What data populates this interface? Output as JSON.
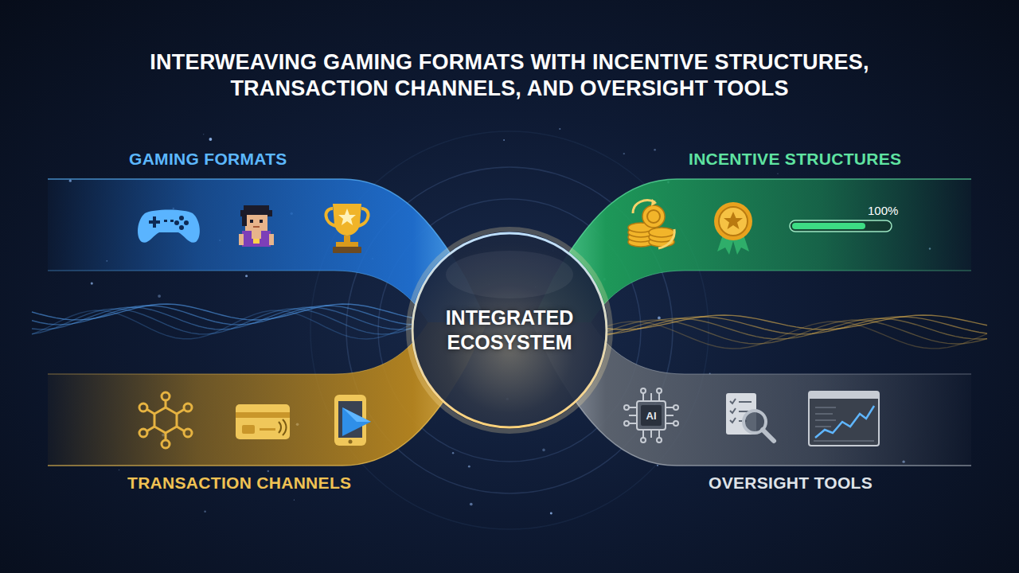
{
  "diagram": {
    "title": "INTERWEAVING GAMING FORMATS WITH INCENTIVE STRUCTURES, TRANSACTION CHANNELS, AND OVERSIGHT TOOLS",
    "nodes": [
      {
        "text": [
          "GAMING FORMATS"
        ]
      },
      {
        "text": [
          "INCENTIVE STRUCTURES"
        ]
      },
      {
        "text": [
          "INTEGRATED ECOSYSTEM"
        ]
      },
      {
        "text": [
          "TRANSACTION CHANNELS"
        ]
      },
      {
        "text": [
          "OVERSIGHT TOOLS"
        ]
      }
    ],
    "labels": [
      "100%",
      "AI"
    ]
  }
}
